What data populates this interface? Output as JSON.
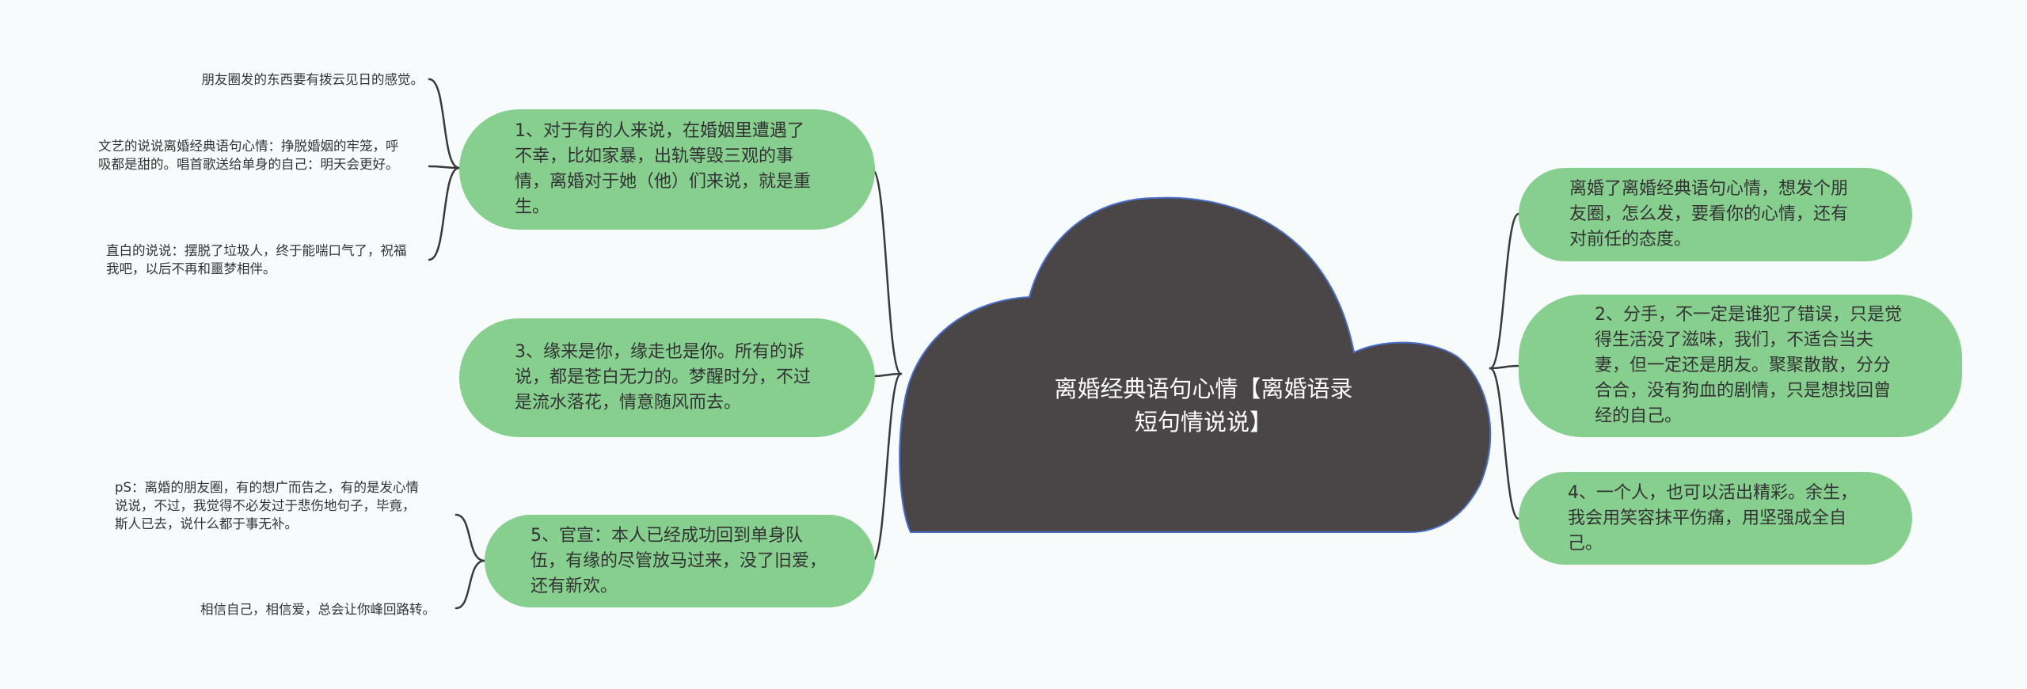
{
  "center": {
    "title": "离婚经典语句心情【离婚语录短句情说说】"
  },
  "branches": [
    {
      "text": "1、对于有的人来说，在婚姻里遭遇了不幸，比如家暴，出轨等毁三观的事情，离婚对于她（他）们来说，就是重生。"
    },
    {
      "text": "3、缘来是你，缘走也是你。所有的诉说，都是苍白无力的。梦醒时分，不过是流水落花，情意随风而去。"
    },
    {
      "text": "5、官宣：本人已经成功回到单身队伍，有缘的尽管放马过来，没了旧爱，还有新欢。"
    },
    {
      "text": "离婚了离婚经典语句心情，想发个朋友圈，怎么发，要看你的心情，还有对前任的态度。"
    },
    {
      "text": "2、分手，不一定是谁犯了错误，只是觉得生活没了滋味，我们，不适合当夫妻，但一定还是朋友。聚聚散散，分分合合，没有狗血的剧情，只是想找回曾经的自己。"
    },
    {
      "text": "4、一个人，也可以活出精彩。余生，我会用笑容抹平伤痛，用坚强成全自己。"
    }
  ],
  "leaves": [
    {
      "text": "朋友圈发的东西要有拨云见日的感觉。"
    },
    {
      "text": "文艺的说说离婚经典语句心情：挣脱婚姻的牢笼，呼吸都是甜的。唱首歌送给单身的自己：明天会更好。"
    },
    {
      "text": "直白的说说：摆脱了垃圾人，终于能喘口气了，祝福我吧，以后不再和噩梦相伴。"
    },
    {
      "text": "pS：离婚的朋友圈，有的想广而告之，有的是发心情说说，不过，我觉得不必发过于悲伤地句子，毕竟，斯人已去，说什么都于事无补。"
    },
    {
      "text": "相信自己，相信爱，总会让你峰回路转。"
    }
  ],
  "colors": {
    "background": "#f7fbfc",
    "cloud_fill": "#4a4546",
    "cloud_stroke": "#4a6fc9",
    "node_fill": "#86cf8f",
    "connector": "#3a3a3a",
    "text": "#333333",
    "center_text": "#ffffff"
  }
}
